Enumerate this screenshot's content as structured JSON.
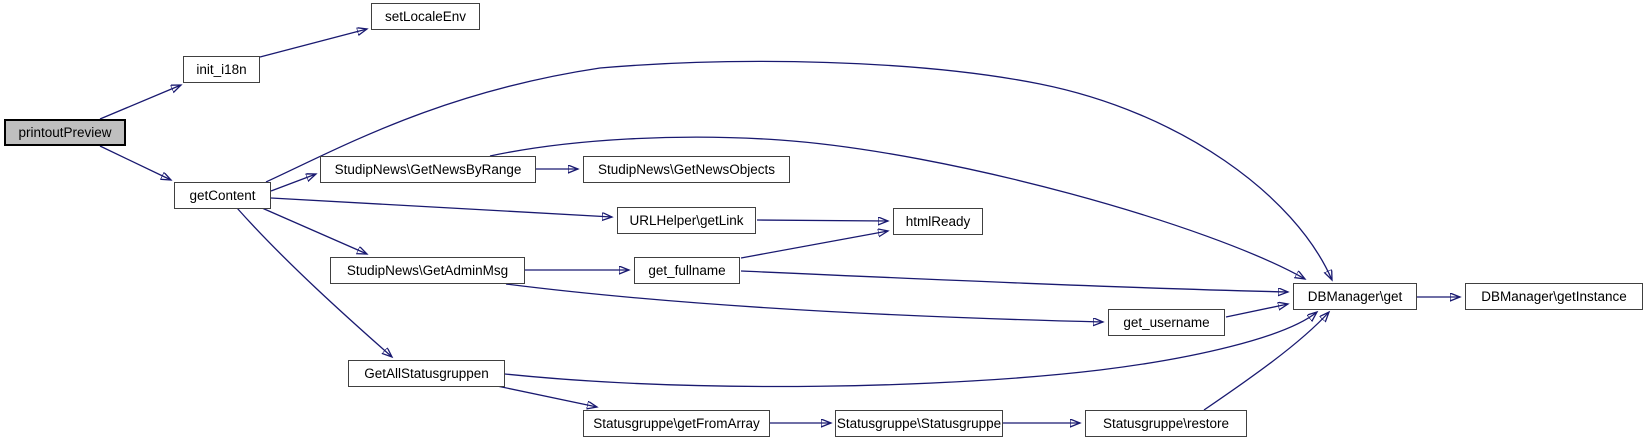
{
  "diagram": {
    "kind": "call-graph",
    "colors": {
      "edge": "#191970",
      "node_border": "#404040",
      "node_fill": "#ffffff",
      "root_fill": "#bfbfbf",
      "root_border": "#000000",
      "text": "#000000",
      "background": "#ffffff"
    },
    "nodes": [
      {
        "id": "printoutPreview",
        "label": "printoutPreview",
        "root": true
      },
      {
        "id": "init_i18n",
        "label": "init_i18n"
      },
      {
        "id": "setLocaleEnv",
        "label": "setLocaleEnv"
      },
      {
        "id": "getContent",
        "label": "getContent"
      },
      {
        "id": "GetNewsByRange",
        "label": "StudipNews\\GetNewsByRange"
      },
      {
        "id": "GetNewsObjects",
        "label": "StudipNews\\GetNewsObjects"
      },
      {
        "id": "getLink",
        "label": "URLHelper\\getLink"
      },
      {
        "id": "htmlReady",
        "label": "htmlReady"
      },
      {
        "id": "GetAdminMsg",
        "label": "StudipNews\\GetAdminMsg"
      },
      {
        "id": "get_fullname",
        "label": "get_fullname"
      },
      {
        "id": "get_username",
        "label": "get_username"
      },
      {
        "id": "GetAllStatusgruppen",
        "label": "GetAllStatusgruppen"
      },
      {
        "id": "getFromArray",
        "label": "Statusgruppe\\getFromArray"
      },
      {
        "id": "Statusgruppe",
        "label": "Statusgruppe\\Statusgruppe"
      },
      {
        "id": "restore",
        "label": "Statusgruppe\\restore"
      },
      {
        "id": "DBManager_get",
        "label": "DBManager\\get"
      },
      {
        "id": "getInstance",
        "label": "DBManager\\getInstance"
      }
    ],
    "edges": [
      {
        "from": "printoutPreview",
        "to": "init_i18n"
      },
      {
        "from": "printoutPreview",
        "to": "getContent"
      },
      {
        "from": "init_i18n",
        "to": "setLocaleEnv"
      },
      {
        "from": "getContent",
        "to": "StudipNews\\GetNewsByRange"
      },
      {
        "from": "getContent",
        "to": "URLHelper\\getLink"
      },
      {
        "from": "getContent",
        "to": "StudipNews\\GetAdminMsg"
      },
      {
        "from": "getContent",
        "to": "GetAllStatusgruppen"
      },
      {
        "from": "getContent",
        "to": "DBManager\\get"
      },
      {
        "from": "StudipNews\\GetNewsByRange",
        "to": "StudipNews\\GetNewsObjects"
      },
      {
        "from": "StudipNews\\GetNewsByRange",
        "to": "DBManager\\get"
      },
      {
        "from": "URLHelper\\getLink",
        "to": "htmlReady"
      },
      {
        "from": "get_fullname",
        "to": "htmlReady"
      },
      {
        "from": "StudipNews\\GetAdminMsg",
        "to": "get_fullname"
      },
      {
        "from": "StudipNews\\GetAdminMsg",
        "to": "get_username"
      },
      {
        "from": "get_fullname",
        "to": "DBManager\\get"
      },
      {
        "from": "get_username",
        "to": "DBManager\\get"
      },
      {
        "from": "GetAllStatusgruppen",
        "to": "Statusgruppe\\getFromArray"
      },
      {
        "from": "GetAllStatusgruppen",
        "to": "DBManager\\get"
      },
      {
        "from": "Statusgruppe\\getFromArray",
        "to": "Statusgruppe\\Statusgruppe"
      },
      {
        "from": "Statusgruppe\\Statusgruppe",
        "to": "Statusgruppe\\restore"
      },
      {
        "from": "Statusgruppe\\restore",
        "to": "DBManager\\get"
      },
      {
        "from": "DBManager\\get",
        "to": "DBManager\\getInstance"
      }
    ]
  }
}
